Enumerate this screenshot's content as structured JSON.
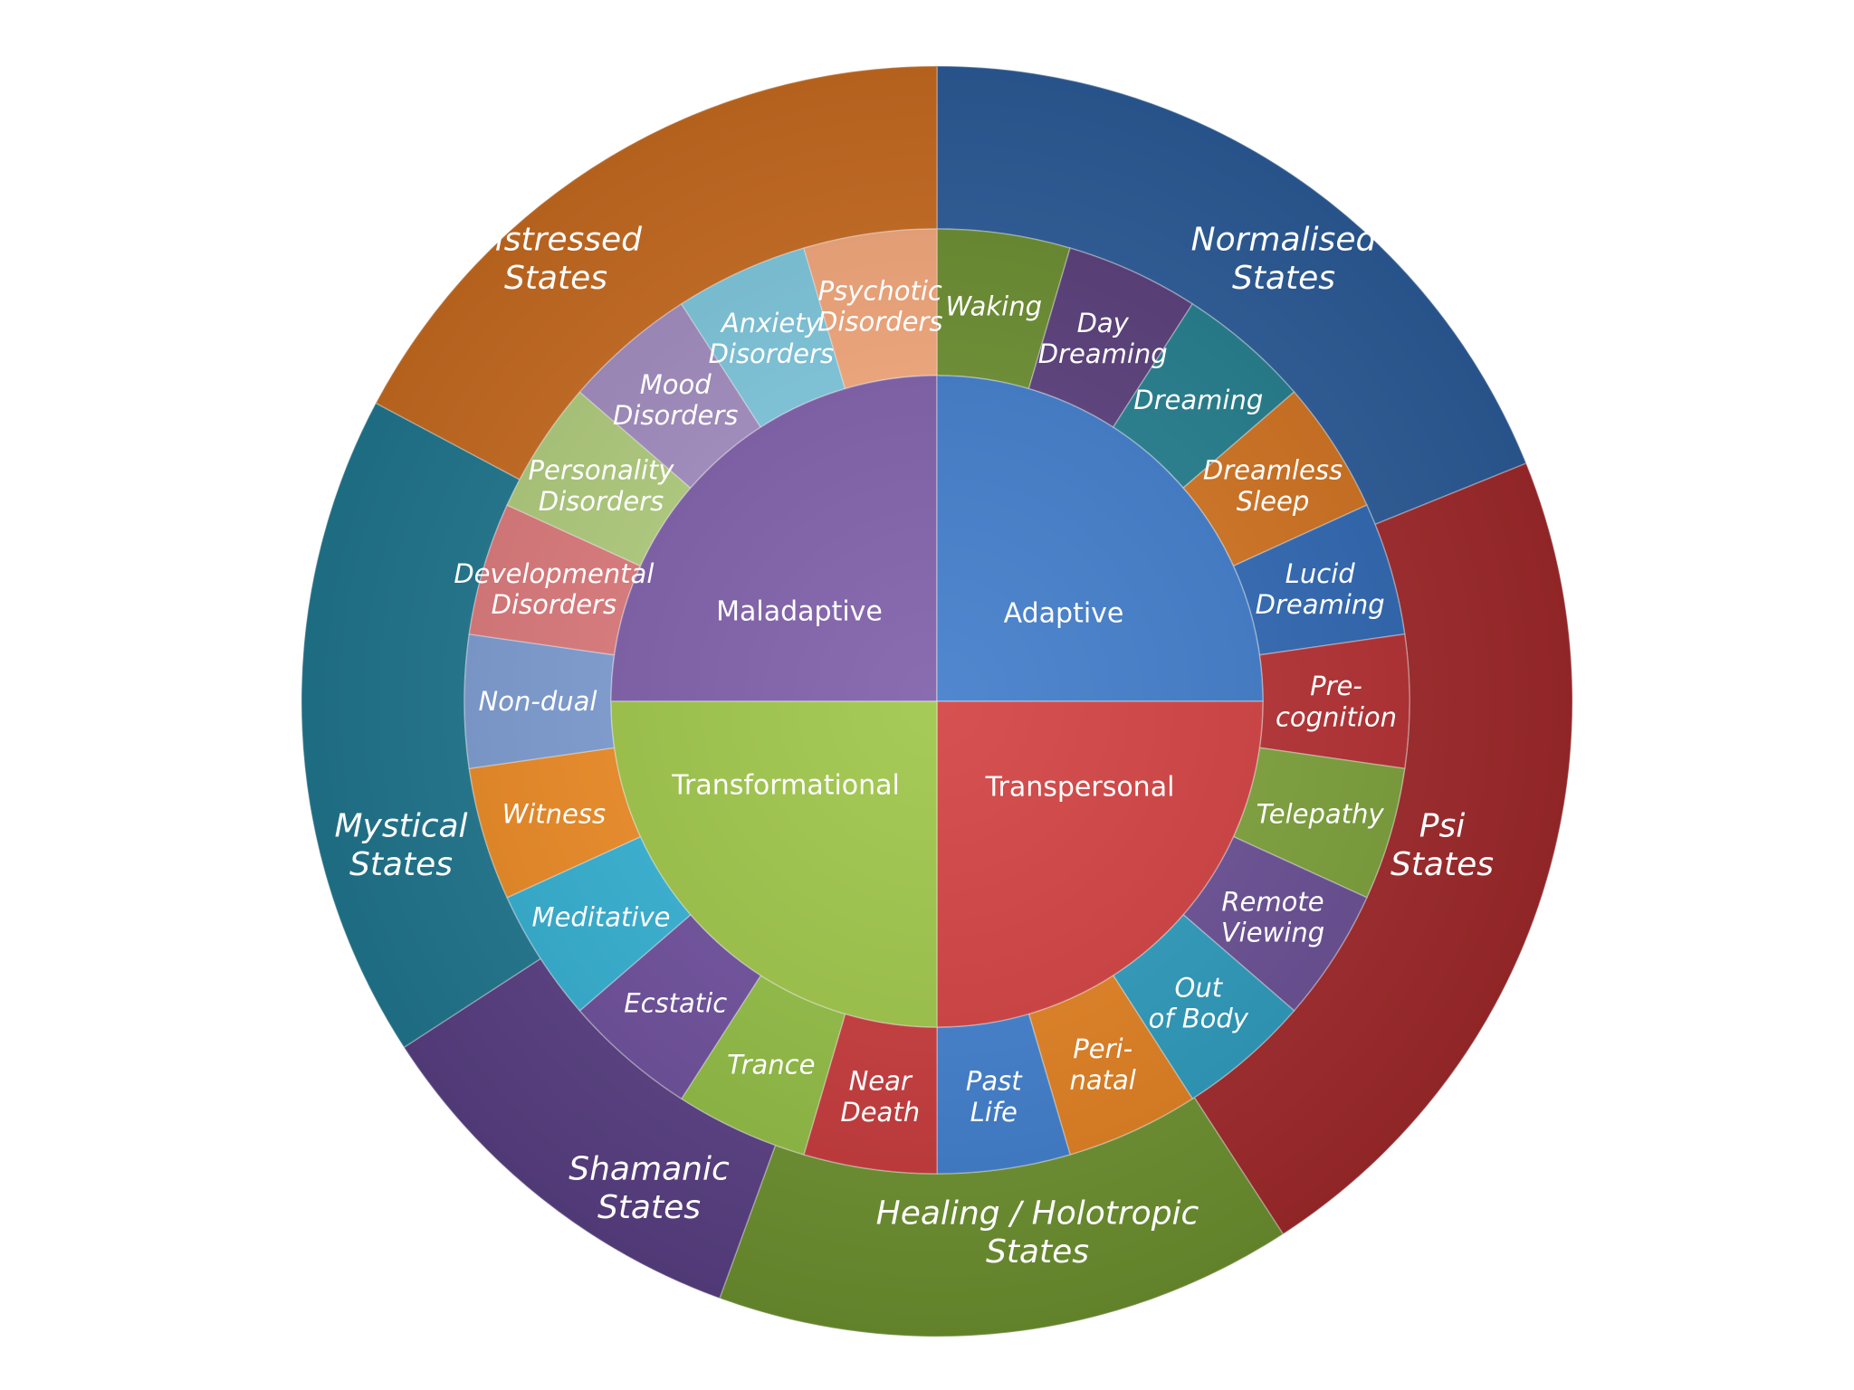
{
  "inner_ring": [
    {
      "label": "Maladaptive",
      "color": "#7d5ca8"
    },
    {
      "label": "Adaptive",
      "color": "#3d7ac9"
    },
    {
      "label": "Transpersonal",
      "color": "#d23e3e"
    },
    {
      "label": "Transformational",
      "color": "#9dc546"
    }
  ],
  "middle_ring": [
    {
      "label": "Waking",
      "color": "#6c8f2f"
    },
    {
      "label": "Day Dreaming",
      "color": "#5a3e7c"
    },
    {
      "label": "Dreaming",
      "color": "#237f8f"
    },
    {
      "label": "Dreamless Sleep",
      "color": "#d3731f"
    },
    {
      "label": "Lucid Dreaming",
      "color": "#2f68b5"
    },
    {
      "label": "Pre-cognition",
      "color": "#b72f32"
    },
    {
      "label": "Telepathy",
      "color": "#7ea33a"
    },
    {
      "label": "Remote Viewing",
      "color": "#6a4f96"
    },
    {
      "label": "Out of Body",
      "color": "#2b9bbd"
    },
    {
      "label": "Peri-natal",
      "color": "#e4801f"
    },
    {
      "label": "Past Life",
      "color": "#3f7fcf"
    },
    {
      "label": "Near Death",
      "color": "#c9393b"
    },
    {
      "label": "Trance",
      "color": "#93bf43"
    },
    {
      "label": "Ecstatic",
      "color": "#6f4f9e"
    },
    {
      "label": "Meditative",
      "color": "#35b3d6"
    },
    {
      "label": "Witness",
      "color": "#f08d24"
    },
    {
      "label": "Non-dual",
      "color": "#7f9fd6"
    },
    {
      "label": "Developmental Disorders",
      "color": "#e07b7d"
    },
    {
      "label": "Personality Disorders",
      "color": "#b3cf7e"
    },
    {
      "label": "Mood Disorders",
      "color": "#a48ec2"
    },
    {
      "label": "Anxiety Disorders",
      "color": "#7fc9e0"
    },
    {
      "label": "Psychotic Disorders",
      "color": "#f7a97c"
    }
  ],
  "outer_ring": [
    {
      "label": "Normalised States",
      "color": "#2d5e9c"
    },
    {
      "label": "Psi States",
      "color": "#a42a2c"
    },
    {
      "label": "Healing / Holotropic States",
      "color": "#6f9430"
    },
    {
      "label": "Shamanic States",
      "color": "#5b4186"
    },
    {
      "label": "Mystical States",
      "color": "#227a93"
    },
    {
      "label": "Distressed States",
      "color": "#cd6e22"
    }
  ]
}
